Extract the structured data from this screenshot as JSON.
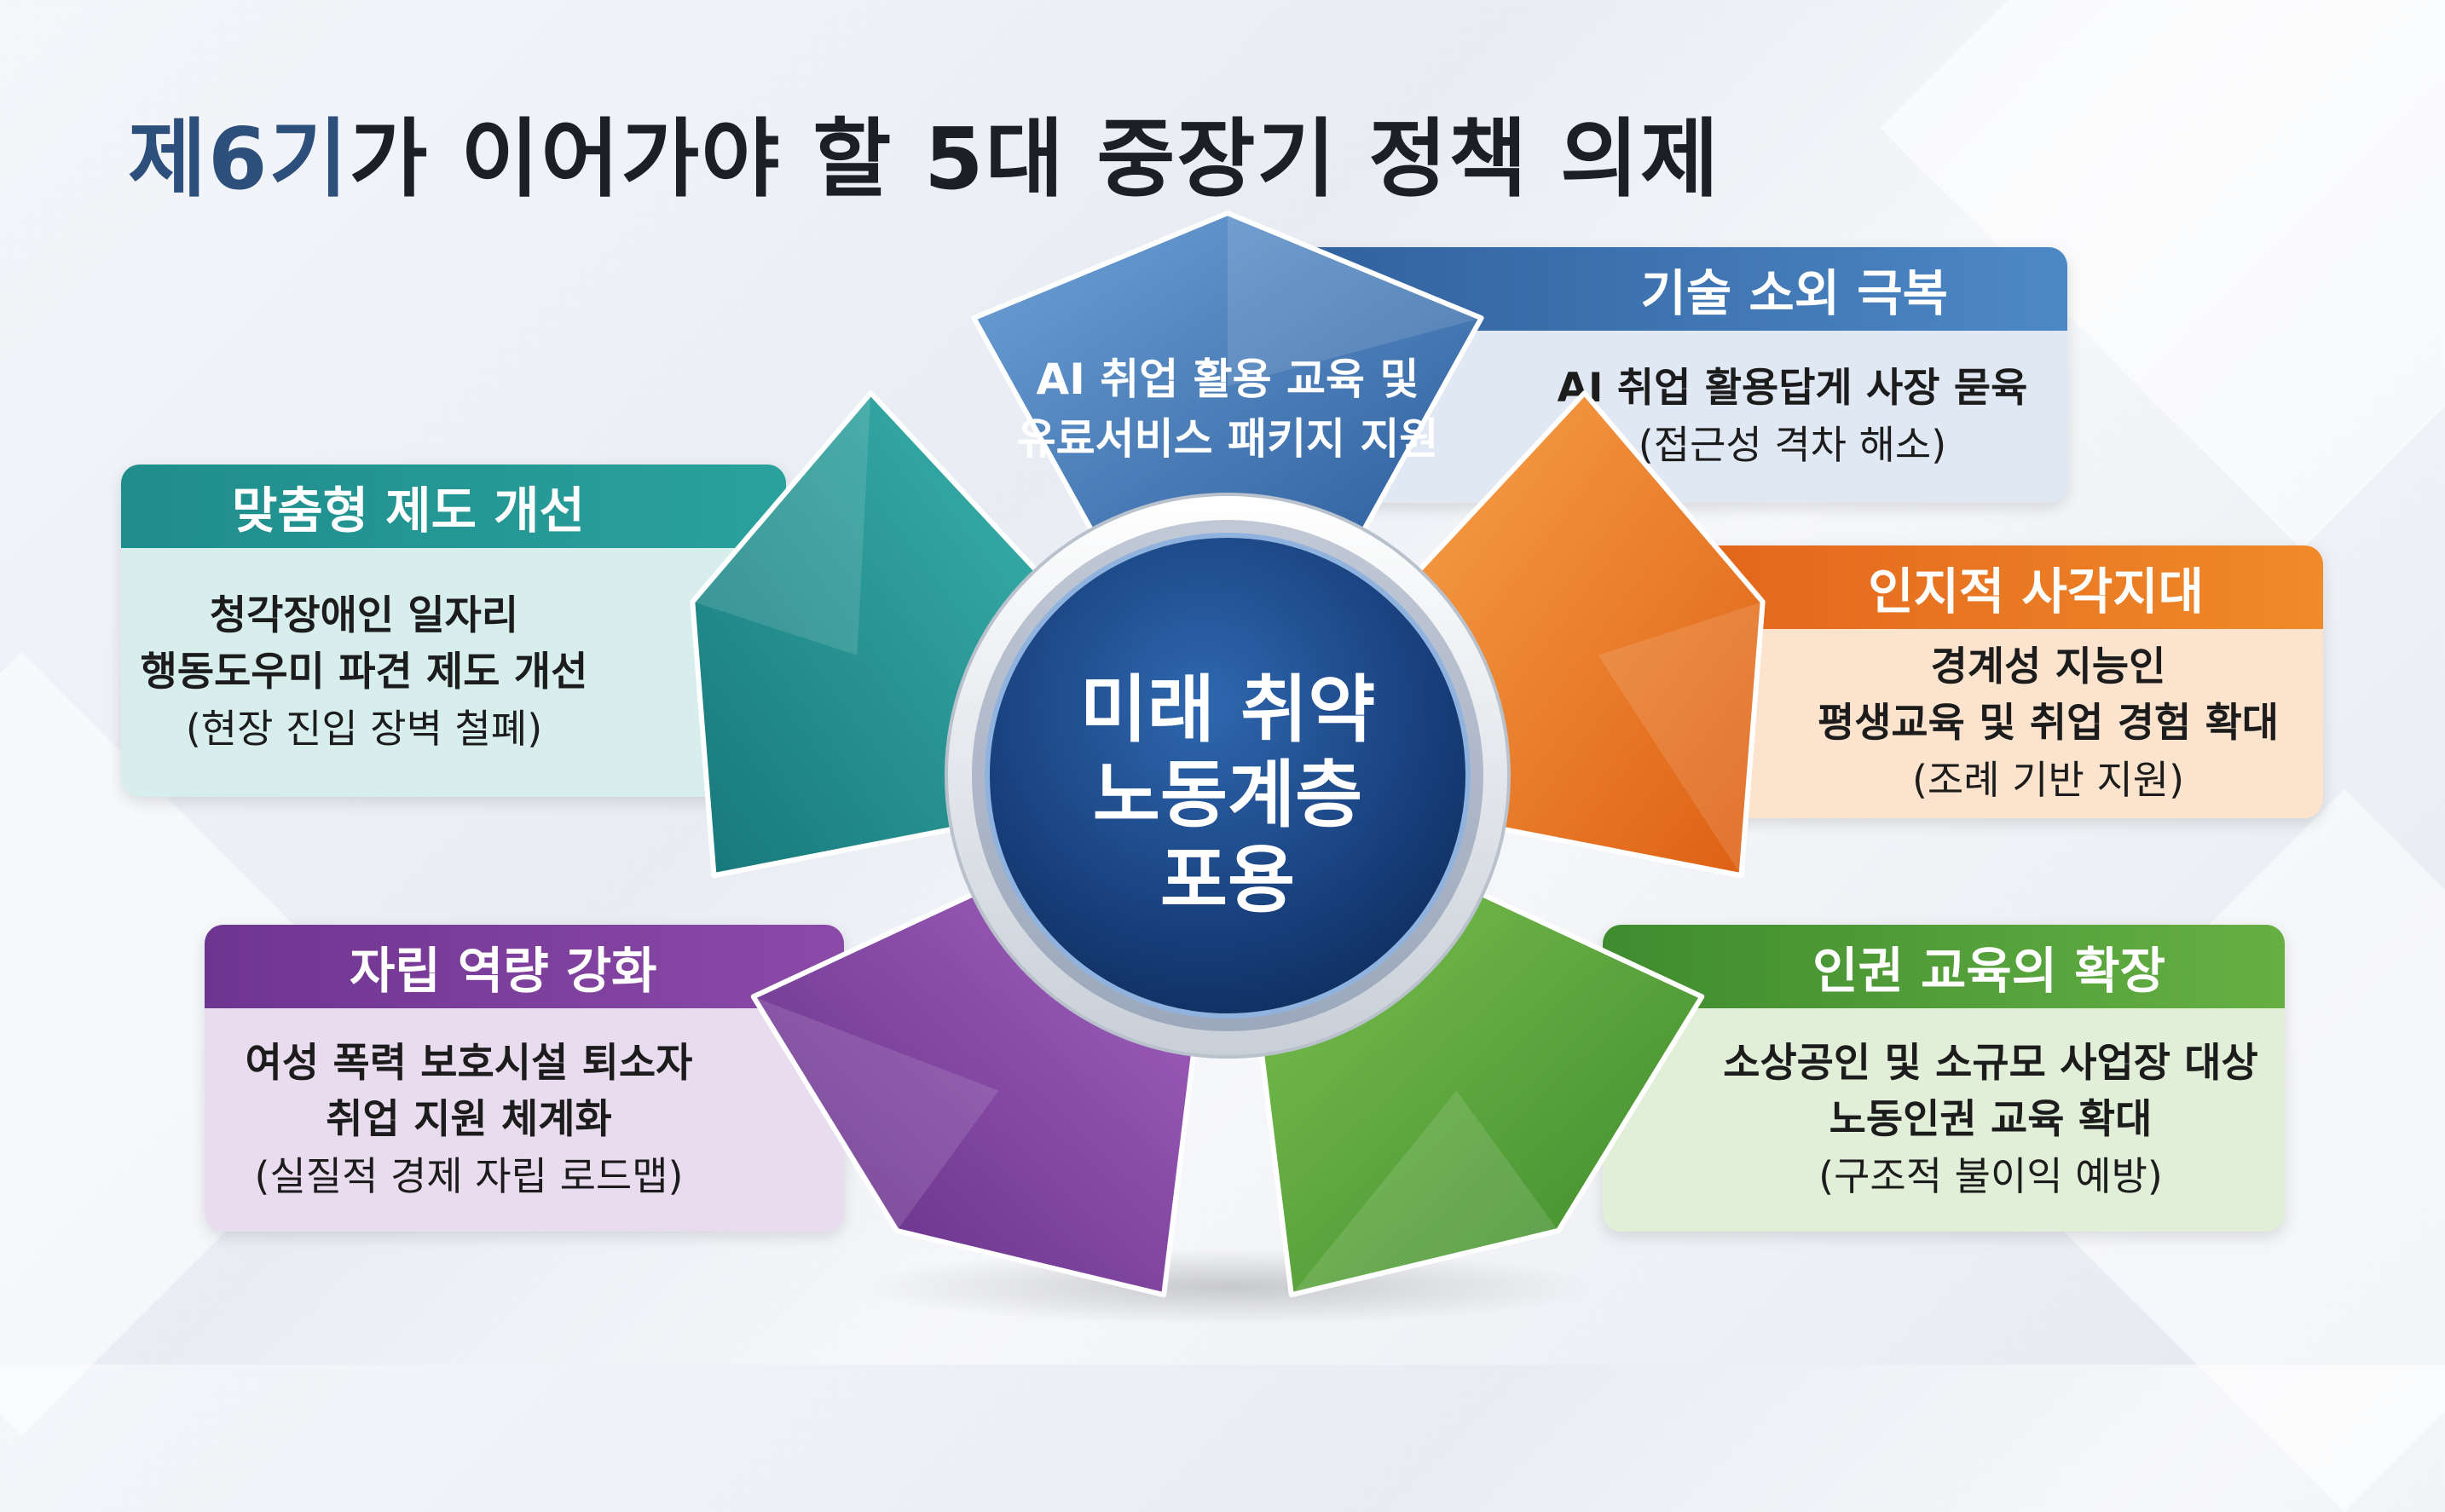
{
  "title": {
    "part1": "제6기",
    "part2": "가 이어가야 할 5대 중장기 정책 의제"
  },
  "center": {
    "line1": "미래 취약",
    "line2": "노동계층",
    "line3": "포용"
  },
  "segments": {
    "top": {
      "line1": "AI 취업 활용 교육 및",
      "line2": "유료서비스 패키지 지원"
    }
  },
  "cards": {
    "tech": {
      "title": "기술 소외 극복",
      "line1": "AI 취업 활용답게 사장 묻육",
      "line2": "(접근성 격차 해소)"
    },
    "custom": {
      "title": "맞춤형 제도 개선",
      "line1": "청각장애인 일자리",
      "line2": "행동도우미 파견 제도 개선",
      "line3": "(현장 진입 장벽 철폐)"
    },
    "cognitive": {
      "title": "인지적 사각지대",
      "line1": "경계성 지능인",
      "line2": "평생교육 및 취업 경험 확대",
      "line3": "(조례 기반 지원)"
    },
    "independence": {
      "title": "자립 역량 강화",
      "line1": "여성 폭력 보호시설 퇴소자",
      "line2": "취업 지원 체계화",
      "line3": "(실질적 경제 자립 로드맵)"
    },
    "rights": {
      "title": "인권 교육의 확장",
      "line1": "소상공인 및 소규모 사업장 대상",
      "line2": "노동인권 교육 확대",
      "line3": "(구조적 불이익 예방)"
    }
  },
  "colors": {
    "blue": "#3b6fae",
    "teal": "#1e8f8e",
    "orange": "#e8701a",
    "purple": "#7b3f98",
    "green": "#4f9b3a",
    "navy": "#183f7a"
  }
}
